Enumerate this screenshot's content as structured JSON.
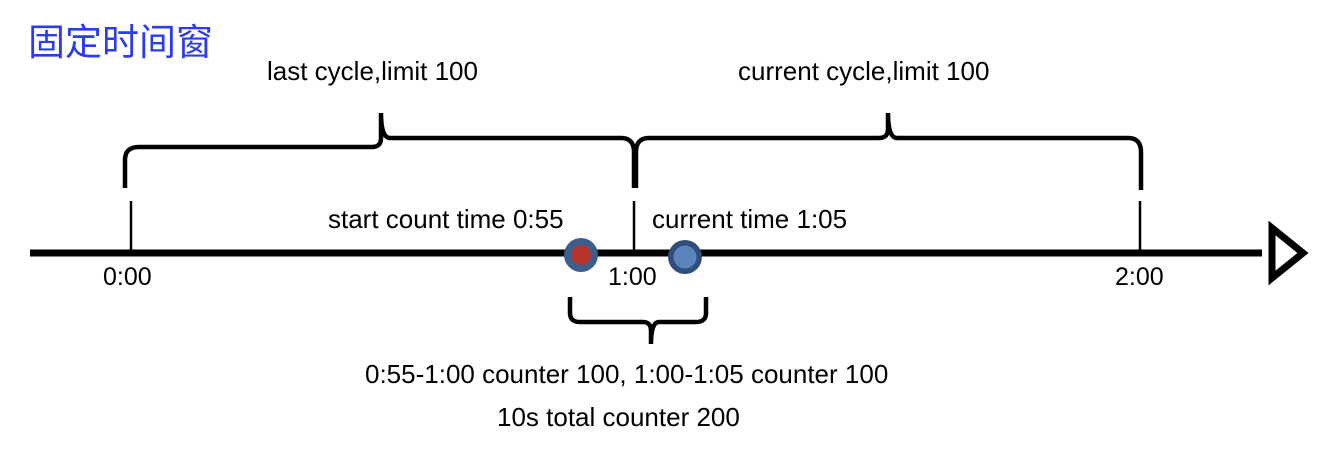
{
  "title": "固定时间窗",
  "colors": {
    "title_blue": "#2b3bee",
    "line_black": "#000000",
    "marker_ring": "#3b5f8c",
    "marker_start_fill": "#b5352a",
    "marker_current_fill": "#5b84bd"
  },
  "brace_labels": {
    "last_cycle": "last cycle,limit 100",
    "current_cycle": "current cycle,limit 100"
  },
  "timeline": {
    "annotations": {
      "start_count": "start count time 0:55",
      "current_time": "current time 1:05"
    },
    "ticks": [
      {
        "label": "0:00"
      },
      {
        "label": "1:00"
      },
      {
        "label": "2:00"
      }
    ],
    "markers": [
      {
        "name": "start-count-marker",
        "label": "0:55"
      },
      {
        "name": "current-time-marker",
        "label": "1:05"
      }
    ],
    "arrow_icon": "arrow-right-icon"
  },
  "summary": {
    "counters": "0:55-1:00 counter 100, 1:00-1:05 counter 100",
    "total": "10s total counter 200"
  }
}
